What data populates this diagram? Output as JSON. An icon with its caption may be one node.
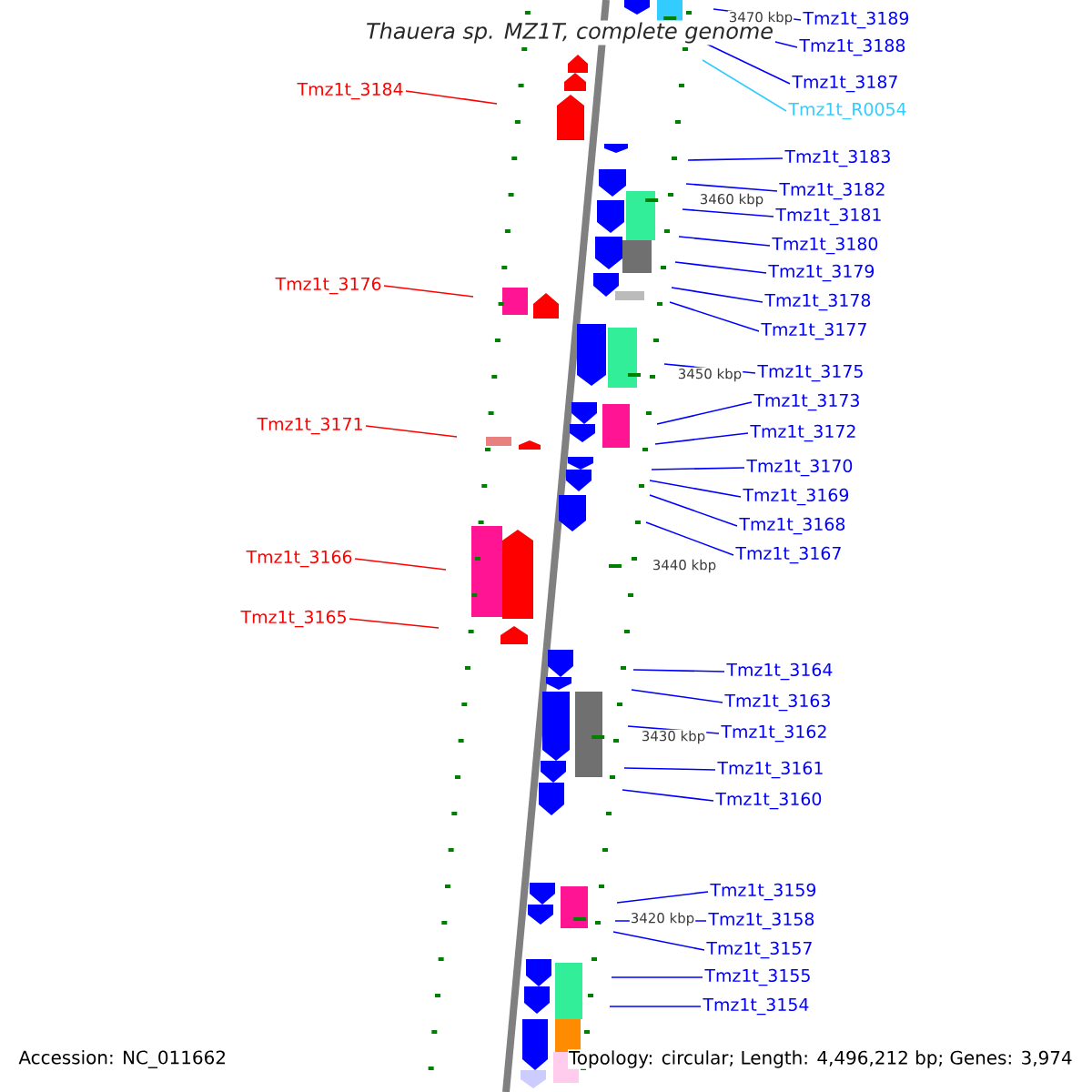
{
  "diagram": {
    "title": "Thauera sp. MZ1T, complete genome",
    "nodes": [
      {
        "text": [
          "Tmz1t_3189"
        ]
      },
      {
        "text": [
          "Tmz1t_3188"
        ]
      },
      {
        "text": [
          "Tmz1t_3187"
        ]
      },
      {
        "text": [
          "Tmz1t_3184"
        ]
      },
      {
        "text": [
          "Tmz1t_R0054"
        ]
      },
      {
        "text": [
          "Tmz1t_3183"
        ]
      },
      {
        "text": [
          "Tmz1t_3182"
        ]
      },
      {
        "text": [
          "Tmz1t_3181"
        ]
      },
      {
        "text": [
          "Tmz1t_3180"
        ]
      },
      {
        "text": [
          "Tmz1t_3179"
        ]
      },
      {
        "text": [
          "Tmz1t_3176"
        ]
      },
      {
        "text": [
          "Tmz1t_3178"
        ]
      },
      {
        "text": [
          "Tmz1t_3177"
        ]
      },
      {
        "text": [
          "Tmz1t_3175"
        ]
      },
      {
        "text": [
          "Tmz1t_3173"
        ]
      },
      {
        "text": [
          "Tmz1t_3171"
        ]
      },
      {
        "text": [
          "Tmz1t_3172"
        ]
      },
      {
        "text": [
          "Tmz1t_3170"
        ]
      },
      {
        "text": [
          "Tmz1t_3169"
        ]
      },
      {
        "text": [
          "Tmz1t_3168"
        ]
      },
      {
        "text": [
          "Tmz1t_3167"
        ]
      },
      {
        "text": [
          "Tmz1t_3166"
        ]
      },
      {
        "text": [
          "Tmz1t_3165"
        ]
      },
      {
        "text": [
          "Tmz1t_3164"
        ]
      },
      {
        "text": [
          "Tmz1t_3163"
        ]
      },
      {
        "text": [
          "Tmz1t_3162"
        ]
      },
      {
        "text": [
          "Tmz1t_3161"
        ]
      },
      {
        "text": [
          "Tmz1t_3160"
        ]
      },
      {
        "text": [
          "Tmz1t_3159"
        ]
      },
      {
        "text": [
          "Tmz1t_3158"
        ]
      },
      {
        "text": [
          "Tmz1t_3157"
        ]
      },
      {
        "text": [
          "Tmz1t_3155"
        ]
      },
      {
        "text": [
          "Tmz1t_3154"
        ]
      }
    ],
    "edges": [
      {
        "from": 0,
        "to": null,
        "arrow": "none"
      },
      {
        "from": 1,
        "to": null,
        "arrow": "none"
      },
      {
        "from": 2,
        "to": null,
        "arrow": "none"
      },
      {
        "from": 3,
        "to": null,
        "arrow": "none",
        "color": "#ff0000"
      },
      {
        "from": 4,
        "to": null,
        "arrow": "none",
        "color": "#33ccff"
      },
      {
        "from": 5,
        "to": null,
        "arrow": "none"
      },
      {
        "from": 6,
        "to": null,
        "arrow": "none"
      },
      {
        "from": 7,
        "to": null,
        "arrow": "none"
      },
      {
        "from": 8,
        "to": null,
        "arrow": "none"
      },
      {
        "from": 9,
        "to": null,
        "arrow": "none"
      },
      {
        "from": 10,
        "to": null,
        "arrow": "none",
        "color": "#ff0000"
      },
      {
        "from": 11,
        "to": null,
        "arrow": "none"
      },
      {
        "from": 12,
        "to": null,
        "arrow": "none"
      },
      {
        "from": 13,
        "to": null,
        "arrow": "none"
      },
      {
        "from": 14,
        "to": null,
        "arrow": "none"
      },
      {
        "from": 15,
        "to": null,
        "arrow": "none",
        "color": "#ff0000"
      },
      {
        "from": 16,
        "to": null,
        "arrow": "none"
      },
      {
        "from": 17,
        "to": null,
        "arrow": "none"
      },
      {
        "from": 18,
        "to": null,
        "arrow": "none"
      },
      {
        "from": 19,
        "to": null,
        "arrow": "none"
      },
      {
        "from": 20,
        "to": null,
        "arrow": "none"
      },
      {
        "from": 21,
        "to": null,
        "arrow": "none",
        "color": "#ff0000"
      },
      {
        "from": 22,
        "to": null,
        "arrow": "none",
        "color": "#ff0000"
      },
      {
        "from": 23,
        "to": null,
        "arrow": "none"
      },
      {
        "from": 24,
        "to": null,
        "arrow": "none"
      },
      {
        "from": 25,
        "to": null,
        "arrow": "none"
      },
      {
        "from": 26,
        "to": null,
        "arrow": "none"
      },
      {
        "from": 27,
        "to": null,
        "arrow": "none"
      },
      {
        "from": 28,
        "to": null,
        "arrow": "none"
      },
      {
        "from": 29,
        "to": null,
        "arrow": "none"
      },
      {
        "from": 30,
        "to": null,
        "arrow": "none"
      },
      {
        "from": 31,
        "to": null,
        "arrow": "none"
      },
      {
        "from": 32,
        "to": null,
        "arrow": "none"
      }
    ],
    "labels": [
      "3470 kbp",
      "3460 kbp",
      "3450 kbp",
      "3440 kbp",
      "3430 kbp",
      "3420 kbp",
      "Accession: NC_011662",
      "Topology: circular; Length: 4,496,212 bp; Genes: 3,974"
    ]
  }
}
